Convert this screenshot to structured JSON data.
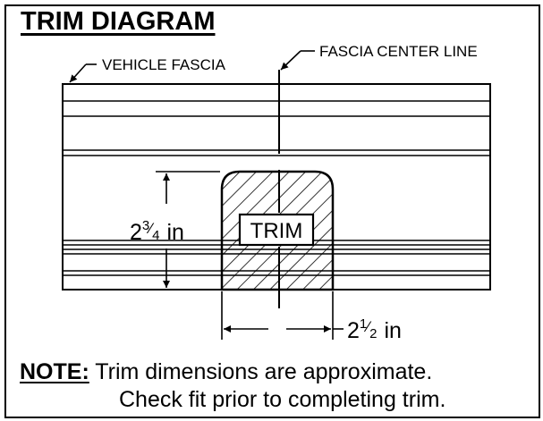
{
  "title": "TRIM DIAGRAM",
  "labels": {
    "vehicle_fascia": "VEHICLE FASCIA",
    "fascia_center_line": "FASCIA CENTER LINE",
    "trim": "TRIM"
  },
  "dimensions": {
    "height": {
      "whole": "2",
      "num": "3",
      "den": "4",
      "unit": "in"
    },
    "width": {
      "whole": "2",
      "num": "1",
      "den": "2",
      "unit": "in"
    }
  },
  "note": {
    "label": "NOTE:",
    "line1": "Trim dimensions are approximate.",
    "line2": "Check fit prior to completing trim."
  }
}
